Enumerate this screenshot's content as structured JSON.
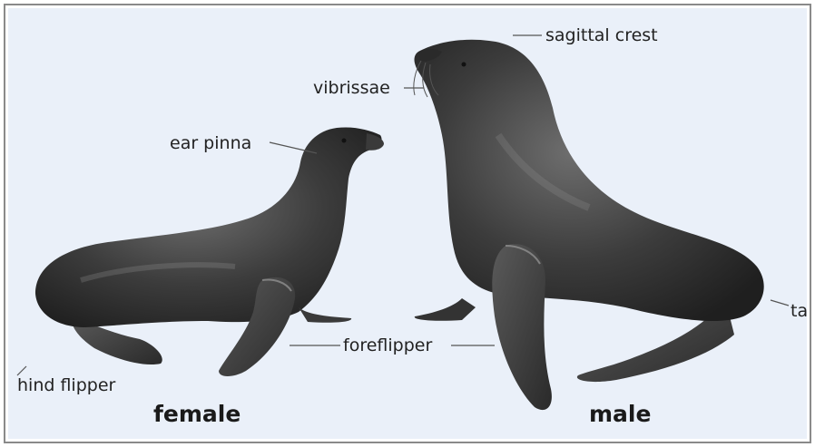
{
  "labels": {
    "sagittal_crest": "sagittal crest",
    "vibrissae": "vibrissae",
    "ear_pinna": "ear pinna",
    "tail": "tai",
    "foreflipper": "foreflipper",
    "hind_flipper": "hind flipper"
  },
  "captions": {
    "female": "female",
    "male": "male"
  },
  "colors": {
    "background": "#eaf0f9",
    "border": "#8a8a8a",
    "body_dark": "#2f2f2f",
    "body_mid": "#555555",
    "body_light": "#8c8c8c"
  }
}
